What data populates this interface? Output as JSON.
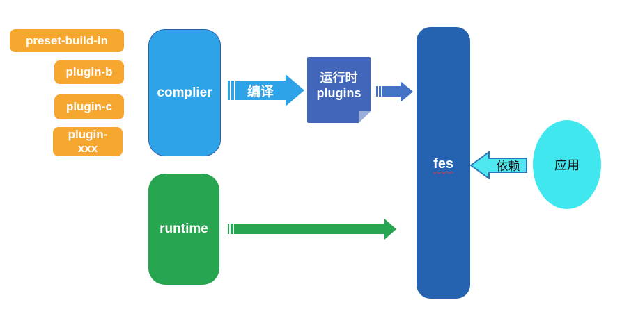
{
  "diagram": {
    "plugins_list": [
      {
        "label": "preset-build-in"
      },
      {
        "label": "plugin-b"
      },
      {
        "label": "plugin-c"
      },
      {
        "label": "plugin-xxx"
      }
    ],
    "complier": {
      "label": "complier"
    },
    "runtime": {
      "label": "runtime"
    },
    "compile_arrow": {
      "label": "编译"
    },
    "runtime_plugins_note": {
      "line1": "运行时",
      "line2": "plugins"
    },
    "fes": {
      "label": "fes"
    },
    "depends_arrow": {
      "label": "依赖"
    },
    "app_ellipse": {
      "label": "应用"
    }
  },
  "colors": {
    "orange": "#F5A730",
    "light_blue": "#2FA3E8",
    "complier_border": "#2C5FA8",
    "green": "#28A550",
    "note_blue": "#4267BA",
    "note_fold": "#9AAEDC",
    "arrow_blue": "#4472C4",
    "fes_blue": "#2563B1",
    "cyan_arrow": "#4FE8F0",
    "cyan_border": "#2E75B6",
    "cyan_ellipse": "#40E7EF",
    "underline_red": "#E03B3B",
    "text_dark": "#111111"
  }
}
